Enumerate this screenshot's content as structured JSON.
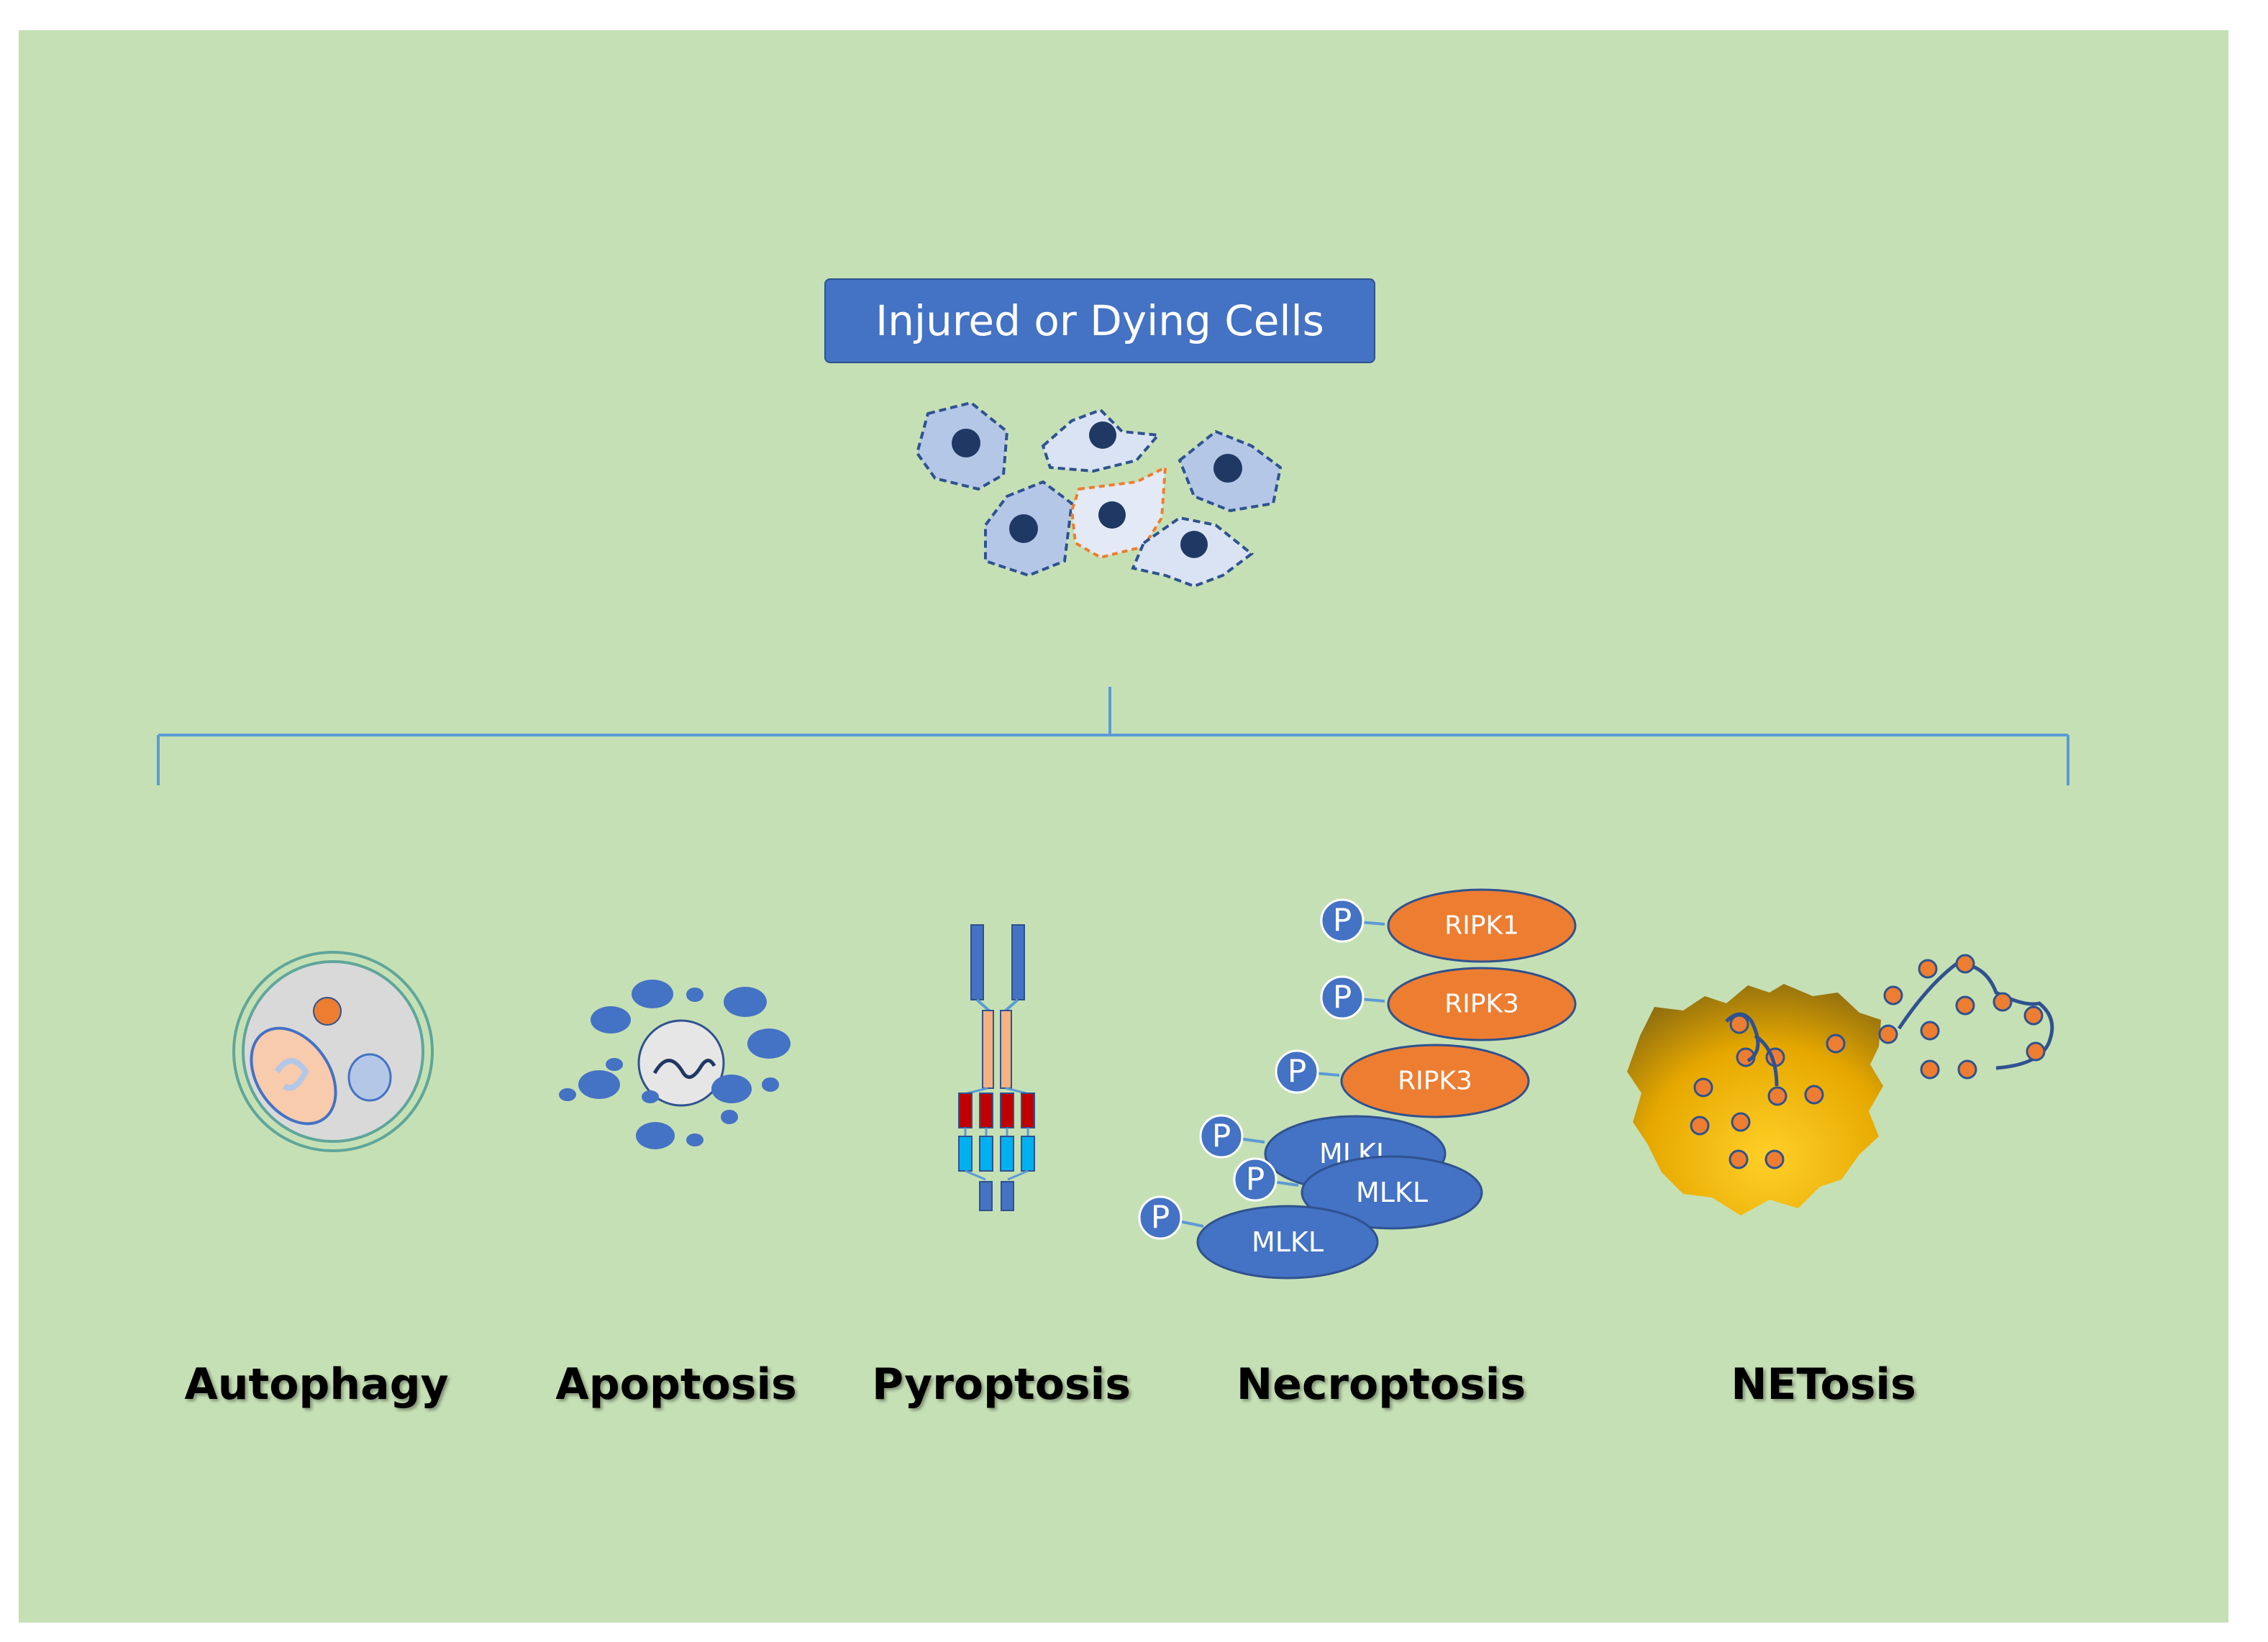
{
  "header": {
    "title": "Injured or Dying Cells"
  },
  "pathways": [
    {
      "id": "autophagy",
      "label": "Autophagy"
    },
    {
      "id": "apoptosis",
      "label": "Apoptosis"
    },
    {
      "id": "pyroptosis",
      "label": "Pyroptosis"
    },
    {
      "id": "necroptosis",
      "label": "Necroptosis"
    },
    {
      "id": "netosis",
      "label": "NETosis"
    }
  ],
  "necroptosis_proteins": {
    "ripk1": "RIPK1",
    "ripk3_a": "RIPK3",
    "ripk3_b": "RIPK3",
    "mlkl_a": "MLKL",
    "mlkl_b": "MLKL",
    "mlkl_c": "MLKL",
    "phospho": "P"
  },
  "colors": {
    "background": "#c6e0b5",
    "title_box": "#4472c4",
    "ripk": "#ed7d31",
    "mlkl": "#4472c4",
    "connector": "#5b9bd5"
  }
}
